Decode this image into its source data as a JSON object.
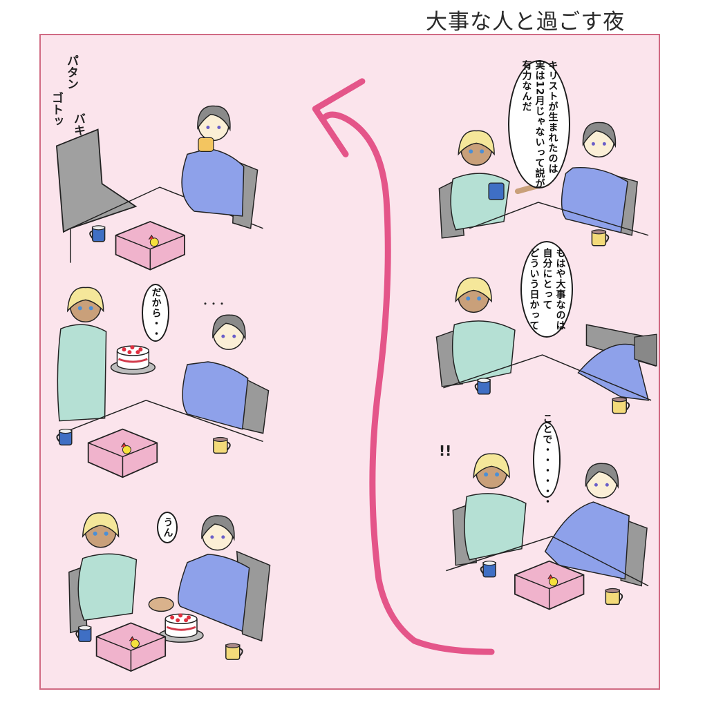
{
  "page": {
    "title": "大事な人と過ごす夜",
    "background_color": "#fbe4ec",
    "border_color": "#d06a83",
    "arrow_color": "#e45589"
  },
  "left_column": {
    "panel1": {
      "sfx": [
        "パタン",
        "ゴトッ",
        "バキ"
      ],
      "description": "Empty grey chair, dark-haired man in blue sweater drinking from yellow mug; pink gift box and blue mug on table"
    },
    "panel2": {
      "speech": "だから・・",
      "sfx": "・・・",
      "description": "Blond man in mint sweater holding strawberry cake; dark-haired man smiling"
    },
    "panel3": {
      "speech": "うん",
      "description": "Both holding hands across the table with cake, gift box and mugs"
    }
  },
  "right_column": {
    "panel1": {
      "speech": "キリストが生まれたのは\n実は12月じゃないって説が\n有力なんだ",
      "description": "Blond man talking with blue mug; dark-haired man listening with clasped hands"
    },
    "panel2": {
      "speech": "もはや大事なのは\n自分にとって\nどういう日かって",
      "description": "Blond man arms crossed; dark-haired man slumped over table"
    },
    "panel3": {
      "speech": "ことで・・・・・・",
      "sfx": "!!",
      "description": "Blond man surprised covering mouth; dark-haired man presenting pink gift box"
    }
  },
  "reading_order_arrow": "bottom-right to top-left, curved pink arrow"
}
